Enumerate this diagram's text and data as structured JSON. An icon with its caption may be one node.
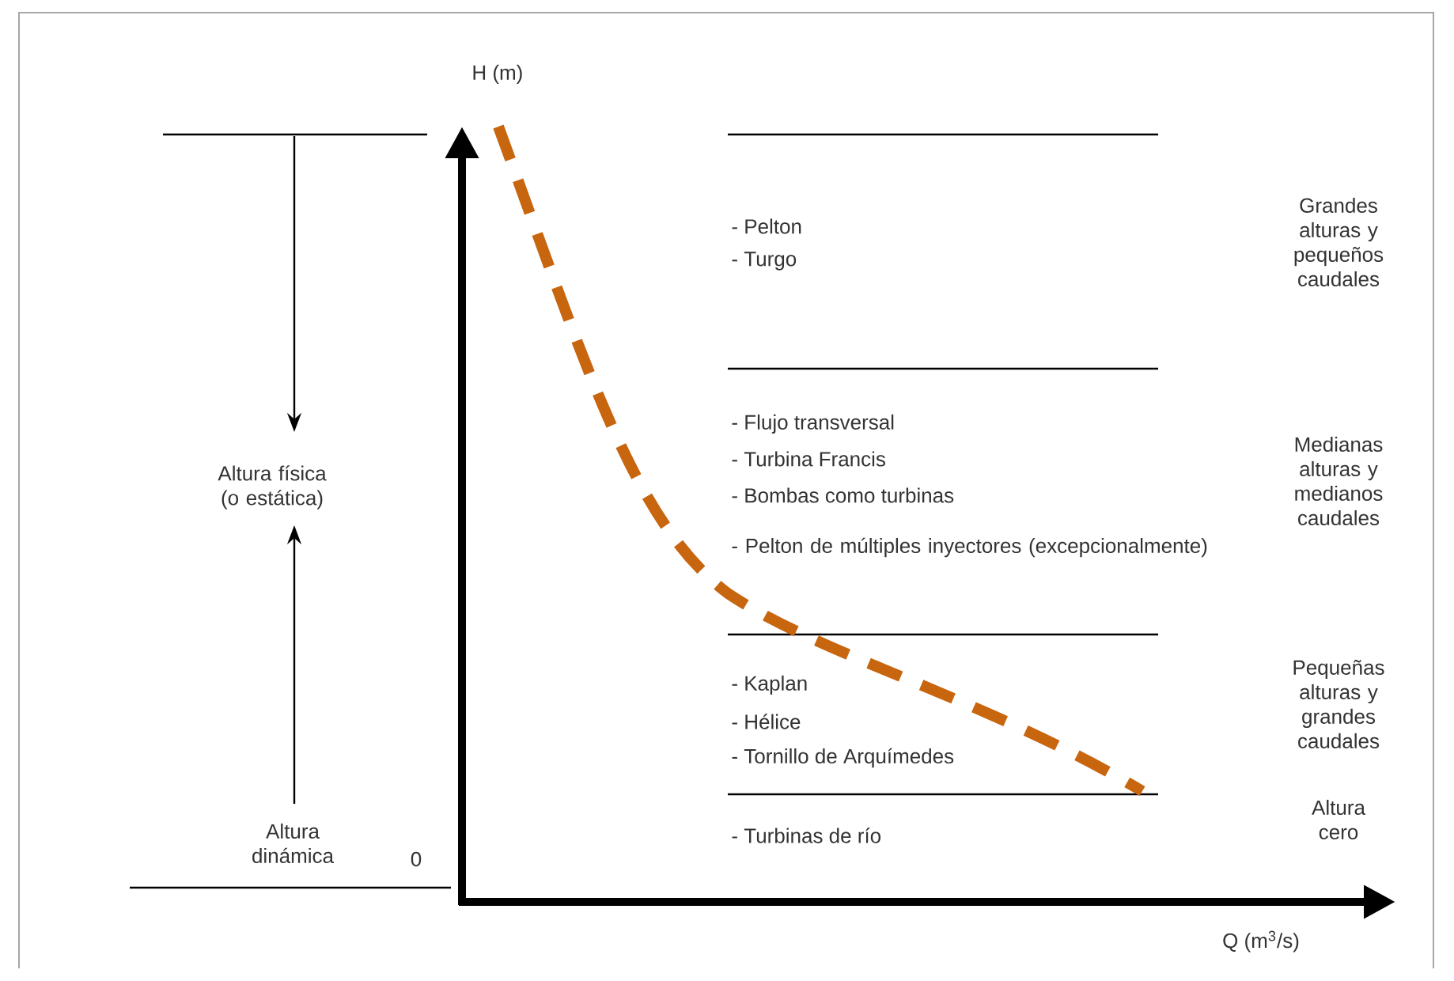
{
  "diagram": {
    "labels": [
      "H (m)",
      "- Pelton",
      "- Turgo",
      "Grandes alturas y pequeños caudales",
      "Altura física (o estática)",
      "- Flujo transversal",
      "- Turbina Francis",
      "- Bombas como turbinas",
      "- Pelton de múltiples inyectores (excepcionalmente)",
      "Medianas alturas y medianos caudales",
      "- Kaplan",
      "- Hélice",
      "- Tornillo de Arquímedes",
      "Pequeñas alturas y grandes caudales",
      "Altura cero",
      "Altura dinámica",
      "0",
      "- Turbinas de río",
      "Q (m$^{3}$/s)"
    ]
  }
}
